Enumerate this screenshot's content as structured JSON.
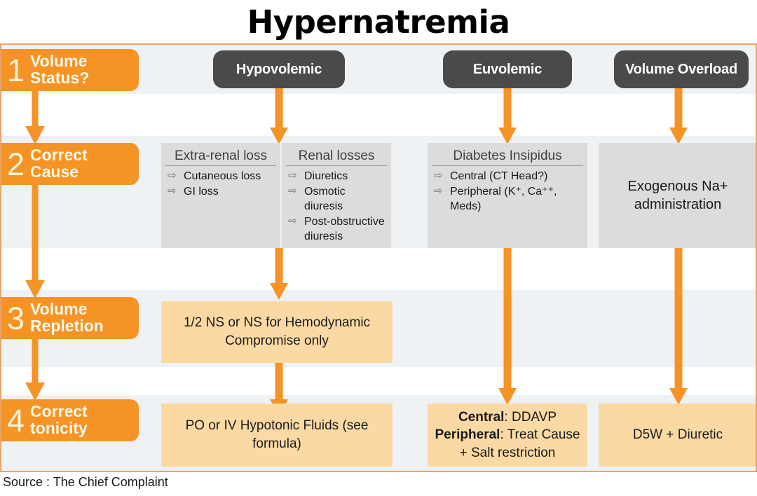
{
  "title": "Hypernatremia",
  "footer": "Source : The Chief Complaint",
  "colors": {
    "orange": "#f59325",
    "pill_gray": "#4a4a4a",
    "cause_box_gray": "#dcdcdc",
    "treatment_peach": "#fbd9a5",
    "band": "#eef2f4",
    "frame_border": "#e8a366"
  },
  "steps": [
    {
      "number": "1",
      "label": "Volume\nStatus?"
    },
    {
      "number": "2",
      "label": "Correct\nCause"
    },
    {
      "number": "3",
      "label": "Volume\nRepletion"
    },
    {
      "number": "4",
      "label": "Correct\ntonicity"
    }
  ],
  "columns": [
    {
      "header": "Hypovolemic"
    },
    {
      "header": "Euvolemic"
    },
    {
      "header": "Volume Overload"
    }
  ],
  "causes": {
    "extra_renal": {
      "title": "Extra-renal loss",
      "items": [
        "Cutaneous loss",
        "GI loss"
      ]
    },
    "renal": {
      "title": "Renal losses",
      "items": [
        "Diuretics",
        "Osmotic diuresis",
        "Post-obstructive diuresis"
      ]
    },
    "diabetes_insipidus": {
      "title": "Diabetes Insipidus",
      "items": [
        "Central (CT Head?)",
        "Peripheral (K⁺, Ca⁺⁺, Meds)"
      ]
    },
    "volume_overload": {
      "text": "Exogenous Na+ administration"
    }
  },
  "repletion": {
    "hypovolemic": "1/2 NS or NS for Hemodynamic Compromise only"
  },
  "tonicity": {
    "hypovolemic": "PO or IV Hypotonic Fluids (see formula)",
    "euvolemic_line1_label": "Central",
    "euvolemic_line1_value": ": DDAVP",
    "euvolemic_line2_label": "Peripheral",
    "euvolemic_line2_value": ": Treat Cause",
    "euvolemic_line3": "+ Salt restriction",
    "volume_overload": "D5W + Diuretic"
  },
  "bullet_glyph": "⇨"
}
